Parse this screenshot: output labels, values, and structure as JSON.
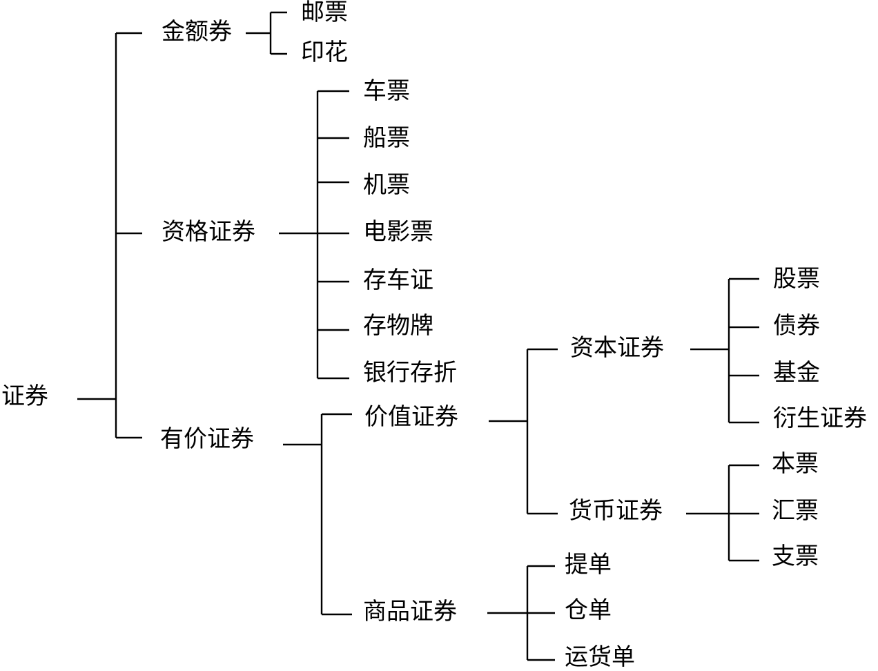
{
  "tree": {
    "root": "证券",
    "level1": {
      "amount": "金额券",
      "qualification": "资格证券",
      "value": "有价证券"
    },
    "amount_children": [
      "邮票",
      "印花"
    ],
    "qualification_children": [
      "车票",
      "船票",
      "机票",
      "电影票",
      "存车证",
      "存物牌",
      "银行存折"
    ],
    "value_children": {
      "valuable": "价值证券",
      "goods": "商品证券"
    },
    "valuable_children": {
      "capital": "资本证券",
      "currency": "货币证券"
    },
    "capital_children": [
      "股票",
      "债券",
      "基金",
      "衍生证券"
    ],
    "currency_children": [
      "本票",
      "汇票",
      "支票"
    ],
    "goods_children": [
      "提单",
      "仓单",
      "运货单"
    ]
  }
}
